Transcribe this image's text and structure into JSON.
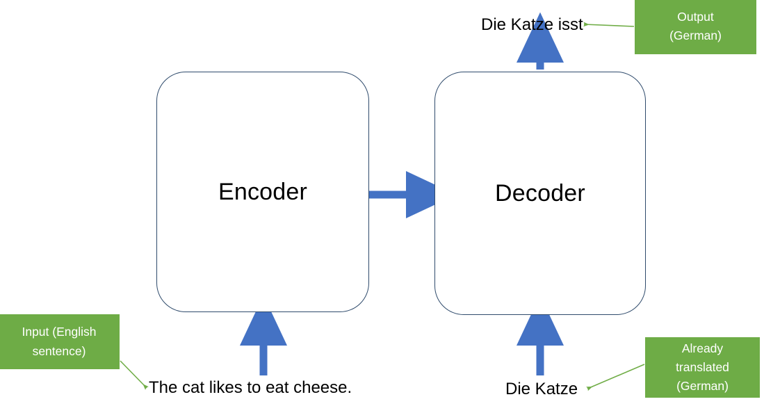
{
  "diagram": {
    "title": "Encoder-Decoder translation diagram",
    "colors": {
      "callout_fill": "#6EAC46",
      "callout_text": "#FFFFFF",
      "flow_arrow": "#4472C4",
      "callout_arrow": "#70AD47",
      "box_border": "#2E4A6B",
      "background": "#FFFFFF",
      "body_text": "#000000"
    },
    "modules": [
      {
        "id": "encoder",
        "label": "Encoder"
      },
      {
        "id": "decoder",
        "label": "Decoder"
      }
    ],
    "callouts": [
      {
        "id": "input",
        "lines": [
          "Input (English",
          "sentence)"
        ],
        "line1": "Input (English",
        "line2": "sentence)",
        "line3": ""
      },
      {
        "id": "output",
        "lines": [
          "Output",
          "(German)"
        ],
        "line1": "Output",
        "line2": "(German)",
        "line3": ""
      },
      {
        "id": "already",
        "lines": [
          "Already",
          "translated",
          "(German)"
        ],
        "line1": "Already",
        "line2": "translated",
        "line3": "(German)"
      }
    ],
    "texts": {
      "english_sentence": "The cat likes to eat cheese.",
      "german_output": "Die Katze isst",
      "german_partial": "Die Katze"
    },
    "arrows": [
      {
        "id": "encoder-to-decoder",
        "kind": "flow",
        "direction": "right"
      },
      {
        "id": "english-into-encoder",
        "kind": "flow",
        "direction": "up"
      },
      {
        "id": "partial-into-decoder",
        "kind": "flow",
        "direction": "up"
      },
      {
        "id": "decoder-to-output",
        "kind": "flow",
        "direction": "up"
      },
      {
        "id": "input-callout-pointer",
        "kind": "callout",
        "direction": "down-right"
      },
      {
        "id": "output-callout-pointer",
        "kind": "callout",
        "direction": "left"
      },
      {
        "id": "already-callout-pointer",
        "kind": "callout",
        "direction": "down-left"
      }
    ]
  }
}
